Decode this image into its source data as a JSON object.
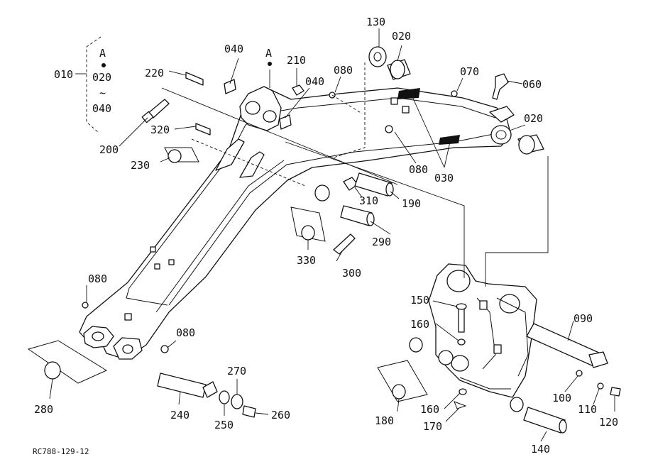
{
  "diagram": {
    "drawing_code": "RC788-129-12",
    "kit_note": {
      "ref": "010",
      "letter": "A",
      "from": "020",
      "tilde": "~",
      "to": "040"
    },
    "callout_letter": "A",
    "part_labels": {
      "p010": "010",
      "p020a": "020",
      "p020b": "020",
      "p030": "030",
      "p040a": "040",
      "p040b": "040",
      "p060": "060",
      "p070": "070",
      "p080a": "080",
      "p080b": "080",
      "p080c": "080",
      "p080d": "080",
      "p090": "090",
      "p100": "100",
      "p110": "110",
      "p120": "120",
      "p130": "130",
      "p140": "140",
      "p150": "150",
      "p160a": "160",
      "p160b": "160",
      "p170": "170",
      "p180": "180",
      "p190": "190",
      "p200": "200",
      "p210": "210",
      "p220": "220",
      "p230": "230",
      "p240": "240",
      "p250": "250",
      "p260": "260",
      "p270": "270",
      "p280": "280",
      "p290": "290",
      "p300": "300",
      "p310": "310",
      "p320": "320",
      "p330": "330"
    }
  }
}
